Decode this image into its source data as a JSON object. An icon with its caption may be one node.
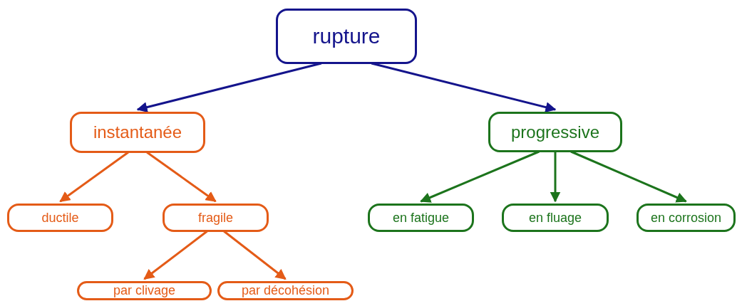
{
  "diagram": {
    "nodes": [
      {
        "text": [
          "rupture"
        ]
      },
      {
        "text": [
          "instantanée"
        ]
      },
      {
        "text": [
          "progressive"
        ]
      },
      {
        "text": [
          "ductile"
        ]
      },
      {
        "text": [
          "fragile"
        ]
      },
      {
        "text": [
          "en fatigue"
        ]
      },
      {
        "text": [
          "en fluage"
        ]
      },
      {
        "text": [
          "en corrosion"
        ]
      },
      {
        "text": [
          "par clivage"
        ]
      },
      {
        "text": [
          "par décohésion"
        ]
      }
    ],
    "edges": [
      {
        "from": 0,
        "to": 1,
        "arrow": "to",
        "color": "#14148c"
      },
      {
        "from": 0,
        "to": 2,
        "arrow": "to",
        "color": "#14148c"
      },
      {
        "from": 1,
        "to": 3,
        "arrow": "to",
        "color": "#e45b17"
      },
      {
        "from": 1,
        "to": 4,
        "arrow": "to",
        "color": "#e45b17"
      },
      {
        "from": 2,
        "to": 5,
        "arrow": "to",
        "color": "#1c741c"
      },
      {
        "from": 2,
        "to": 6,
        "arrow": "to",
        "color": "#1c741c"
      },
      {
        "from": 2,
        "to": 7,
        "arrow": "to",
        "color": "#1c741c"
      },
      {
        "from": 4,
        "to": 8,
        "arrow": "to",
        "color": "#e45b17"
      },
      {
        "from": 4,
        "to": 9,
        "arrow": "to",
        "color": "#e45b17"
      }
    ]
  }
}
